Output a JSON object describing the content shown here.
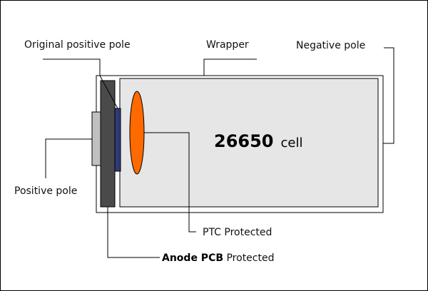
{
  "labels": {
    "original_positive_pole": "Original positive pole",
    "wrapper": "Wrapper",
    "negative_pole": "Negative pole",
    "positive_pole": "Positive pole",
    "cell_number": "26650",
    "cell_word": "cell",
    "ptc": "PTC Protected",
    "anode_bold": "Anode PCB",
    "anode_rest": " Protected"
  },
  "colors": {
    "wrapper_fill": "#ffffff",
    "cell_fill": "#e6e6e6",
    "pcb": "#4a4a4a",
    "original_pole": "#2e3a78",
    "ptc": "#ff6a00",
    "cap": "#c0c0c0"
  }
}
